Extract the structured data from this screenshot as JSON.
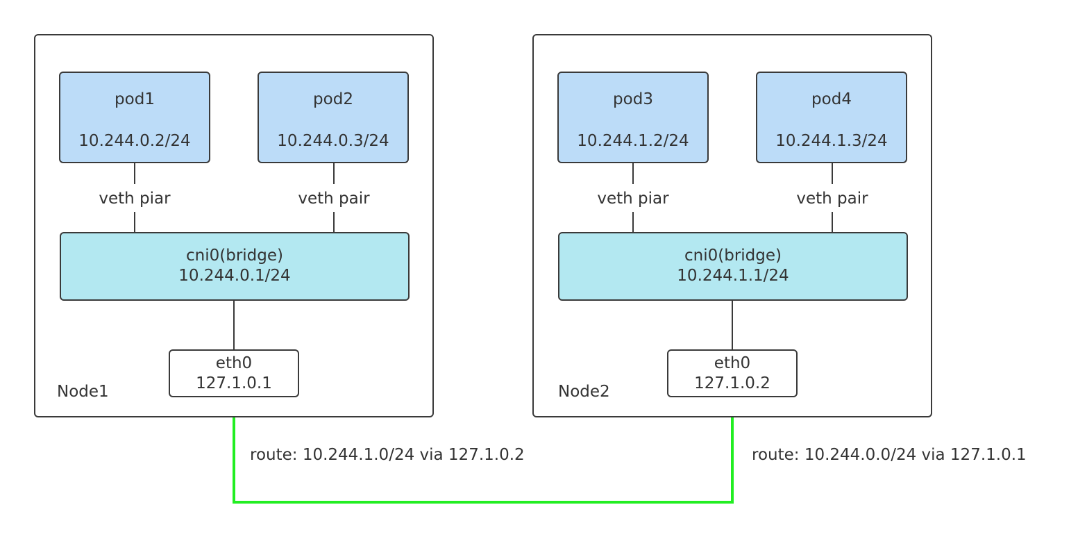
{
  "colors": {
    "pod_fill": "#bcdcf8",
    "bridge_fill": "#b3e8f1",
    "route_line": "#22ee22",
    "border": "#3a3a3a"
  },
  "nodes": [
    {
      "name": "Node1",
      "pods": [
        {
          "name": "pod1",
          "ip": "10.244.0.2/24",
          "link_label": "veth piar"
        },
        {
          "name": "pod2",
          "ip": "10.244.0.3/24",
          "link_label": "veth pair"
        }
      ],
      "bridge": {
        "name": "cni0(bridge)",
        "ip": "10.244.0.1/24"
      },
      "eth": {
        "name": "eth0",
        "ip": "127.1.0.1"
      },
      "route": "route: 10.244.1.0/24 via 127.1.0.2"
    },
    {
      "name": "Node2",
      "pods": [
        {
          "name": "pod3",
          "ip": "10.244.1.2/24",
          "link_label": "veth piar"
        },
        {
          "name": "pod4",
          "ip": "10.244.1.3/24",
          "link_label": "veth pair"
        }
      ],
      "bridge": {
        "name": "cni0(bridge)",
        "ip": "10.244.1.1/24"
      },
      "eth": {
        "name": "eth0",
        "ip": "127.1.0.2"
      },
      "route": "route: 10.244.0.0/24 via 127.1.0.1"
    }
  ]
}
